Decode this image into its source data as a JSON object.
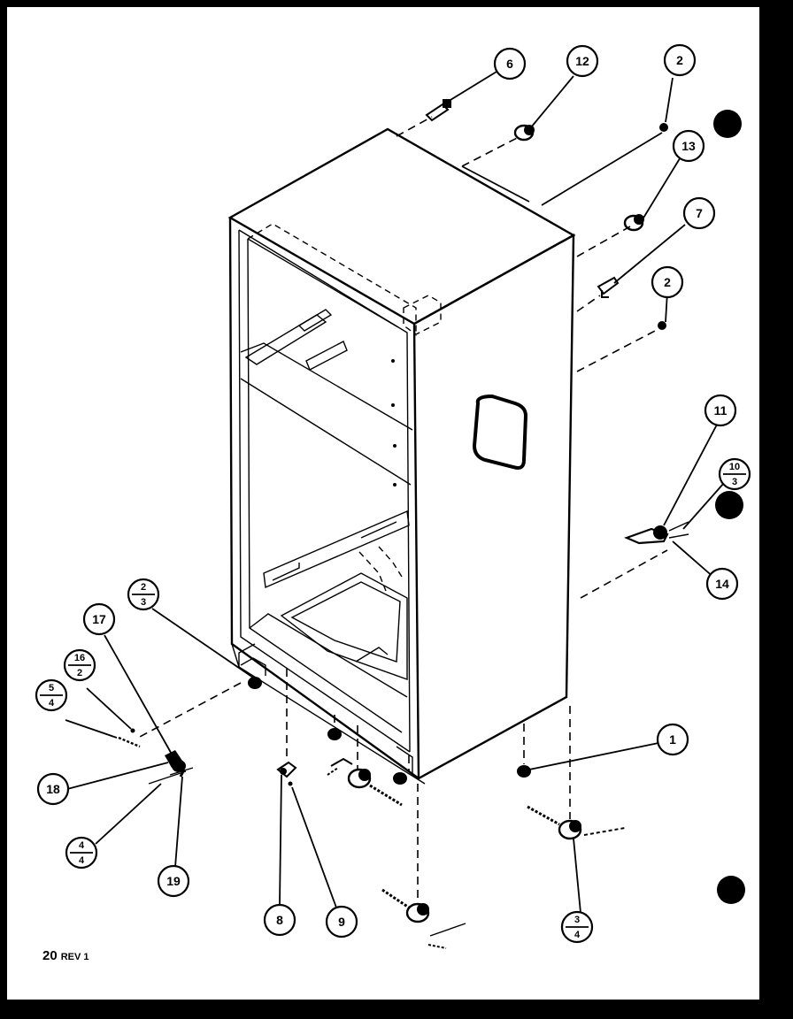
{
  "callouts": [
    {
      "id": "c6",
      "label": "6"
    },
    {
      "id": "c12",
      "label": "12"
    },
    {
      "id": "c2a",
      "label": "2"
    },
    {
      "id": "c13",
      "label": "13"
    },
    {
      "id": "c7",
      "label": "7"
    },
    {
      "id": "c2b",
      "label": "2"
    },
    {
      "id": "c11",
      "label": "11"
    },
    {
      "id": "c10_3",
      "top": "10",
      "bottom": "3"
    },
    {
      "id": "c14",
      "label": "14"
    },
    {
      "id": "c1",
      "label": "1"
    },
    {
      "id": "c3_4r",
      "top": "3",
      "bottom": "4"
    },
    {
      "id": "c2_3",
      "top": "2",
      "bottom": "3"
    },
    {
      "id": "c17",
      "label": "17"
    },
    {
      "id": "c16_2",
      "top": "16",
      "bottom": "2"
    },
    {
      "id": "c5_4",
      "top": "5",
      "bottom": "4"
    },
    {
      "id": "c18",
      "label": "18"
    },
    {
      "id": "c4_4",
      "top": "4",
      "bottom": "4"
    },
    {
      "id": "c19",
      "label": "19"
    },
    {
      "id": "c8",
      "label": "8"
    },
    {
      "id": "c9",
      "label": "9"
    }
  ],
  "footer": {
    "page": "20",
    "rev": "REV 1"
  }
}
